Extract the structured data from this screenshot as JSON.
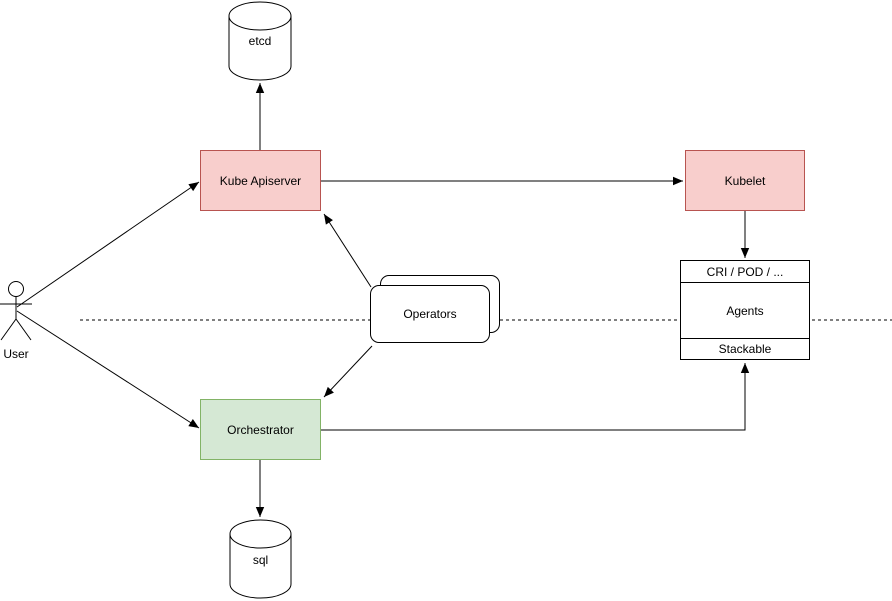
{
  "colors": {
    "node_red_fill": "#f8cecc",
    "node_red_stroke": "#b85450",
    "node_green_fill": "#d5e8d4",
    "node_green_stroke": "#82b366",
    "line": "#000000",
    "background": "#ffffff"
  },
  "nodes": {
    "user": {
      "label": "User",
      "shape": "actor"
    },
    "etcd": {
      "label": "etcd",
      "shape": "database"
    },
    "kube_apiserver": {
      "label": "Kube Apiserver",
      "shape": "box"
    },
    "kubelet": {
      "label": "Kubelet",
      "shape": "box"
    },
    "operators": {
      "label": "Operators",
      "shape": "stacked-rounded-box"
    },
    "orchestrator": {
      "label": "Orchestrator",
      "shape": "box"
    },
    "agents": {
      "header": "CRI / POD / ...",
      "label": "Agents",
      "footer": "Stackable",
      "shape": "list"
    },
    "sql": {
      "label": "sql",
      "shape": "database"
    }
  },
  "edges": [
    {
      "from": "user",
      "to": "kube_apiserver",
      "style": "arrow"
    },
    {
      "from": "user",
      "to": "orchestrator",
      "style": "arrow"
    },
    {
      "from": "kube_apiserver",
      "to": "etcd",
      "style": "arrow"
    },
    {
      "from": "kube_apiserver",
      "to": "kubelet",
      "style": "arrow"
    },
    {
      "from": "kubelet",
      "to": "agents",
      "style": "arrow"
    },
    {
      "from": "operators",
      "to": "kube_apiserver",
      "style": "arrow"
    },
    {
      "from": "operators",
      "to": "orchestrator",
      "style": "arrow"
    },
    {
      "from": "orchestrator",
      "to": "sql",
      "style": "arrow"
    },
    {
      "from": "orchestrator",
      "to": "agents",
      "style": "arrow-elbow"
    },
    {
      "from": "boundary",
      "to": "boundary",
      "style": "dashed-horizontal-line"
    }
  ]
}
